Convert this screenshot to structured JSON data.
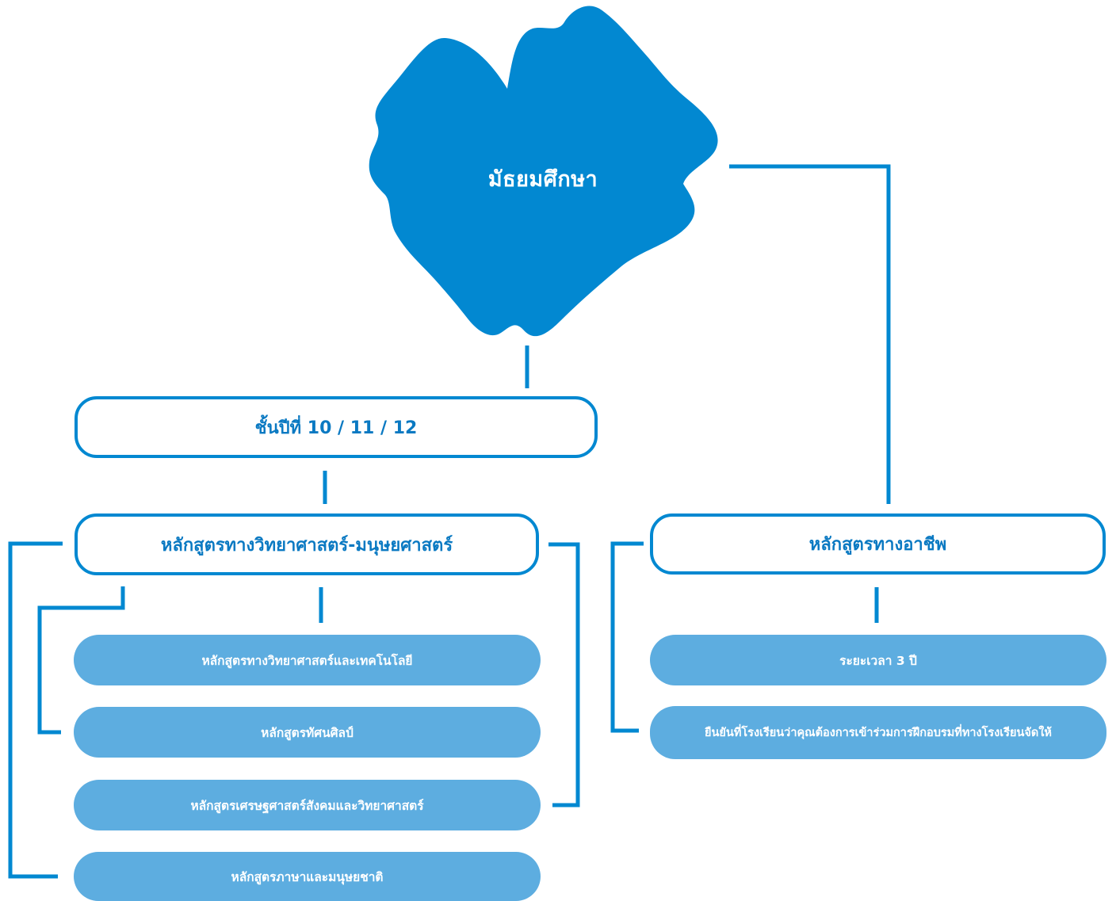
{
  "colors": {
    "primary": "#0288d1",
    "pill": "#5dade0",
    "text_blue": "#0a79c2",
    "background": "#ffffff"
  },
  "root": {
    "label": "มัธยมศึกษา"
  },
  "grade": {
    "label": "ชั้นปีที่ 10 / 11 / 12"
  },
  "academic": {
    "label": "หลักสูตรทางวิทยาศาสตร์-มนุษยศาสตร์",
    "items": [
      "หลักสูตรทางวิทยาศาสตร์และเทคโนโลยี",
      "หลักสูตรทัศนศิลป์",
      "หลักสูตรเศรษฐศาสตร์สังคมและวิทยาศาสตร์",
      "หลักสูตรภาษาและมนุษยชาติ"
    ]
  },
  "vocational": {
    "label": "หลักสูตรทางอาชีพ",
    "items": [
      "ระยะเวลา 3 ปี",
      "ยืนยันที่โรงเรียนว่าคุณต้องการเข้าร่วมการฝึกอบรมที่ทางโรงเรียนจัดให้"
    ]
  }
}
